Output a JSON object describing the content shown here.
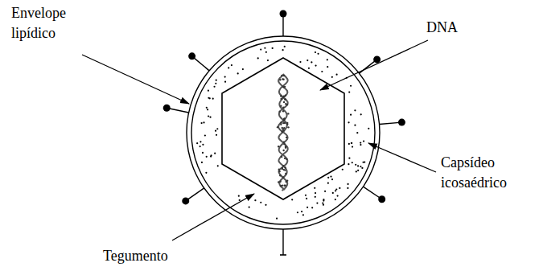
{
  "diagram": {
    "labels": [
      "Envelope lipídico",
      "DNA",
      "Capsídeo icosaédrico",
      "Tegumento"
    ]
  }
}
